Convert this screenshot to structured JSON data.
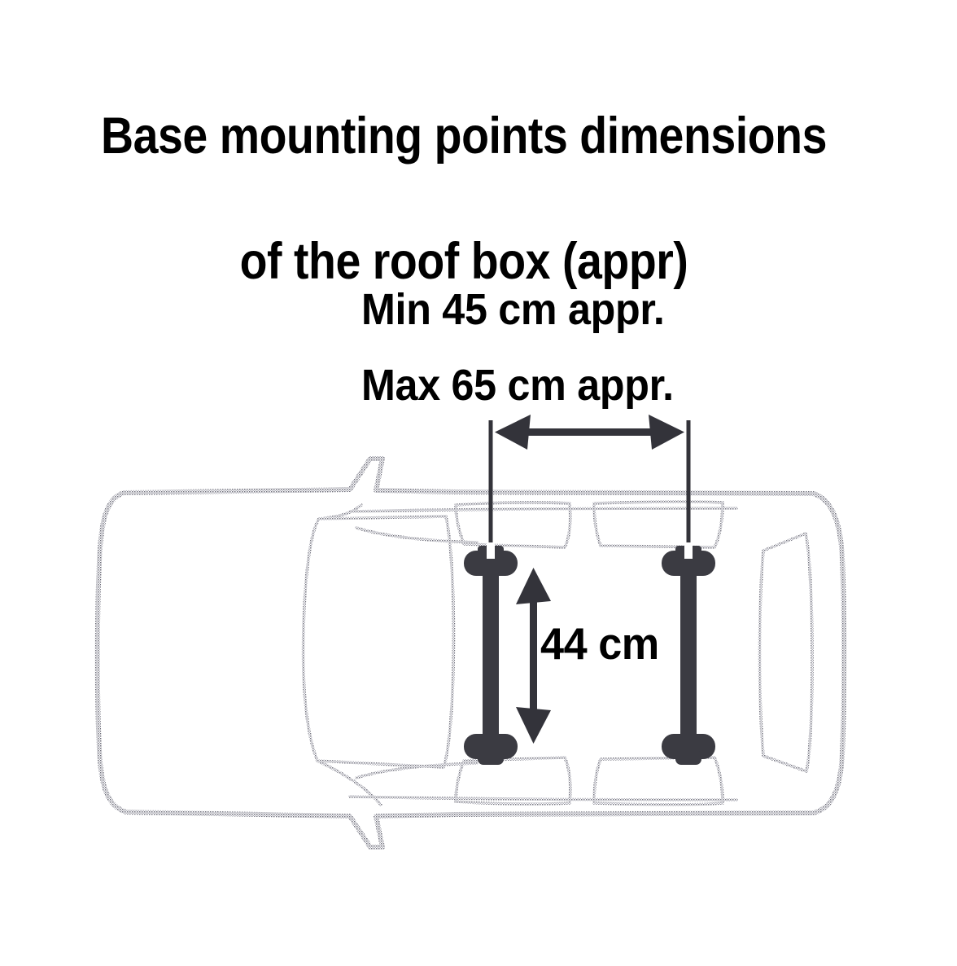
{
  "figure": {
    "title_lines": [
      "Base mounting points dimensions",
      "of the roof box (appr)"
    ],
    "title_full": "Base mounting points dimensions of the roof box (appr)",
    "spec_lines": [
      "Min 45 cm appr.",
      "Max 65 cm appr."
    ],
    "spec_min": "Min 45 cm appr.",
    "spec_max": "Max 65 cm appr.",
    "crossbar_spacing_label": "44 cm",
    "colors": {
      "background": "#ffffff",
      "text": "#000000",
      "hardware": "#3b3b42",
      "car_outline": "#8a8a94",
      "car_detail": "#9a9aa4"
    },
    "diagram_parts": {
      "car": "car-top-view-outline",
      "crossbars": 2,
      "mounting_feet": 4,
      "width_arrow": "horizontal-double-arrow",
      "spacing_arrow": "vertical-double-arrow",
      "extension_lines": 2
    }
  }
}
